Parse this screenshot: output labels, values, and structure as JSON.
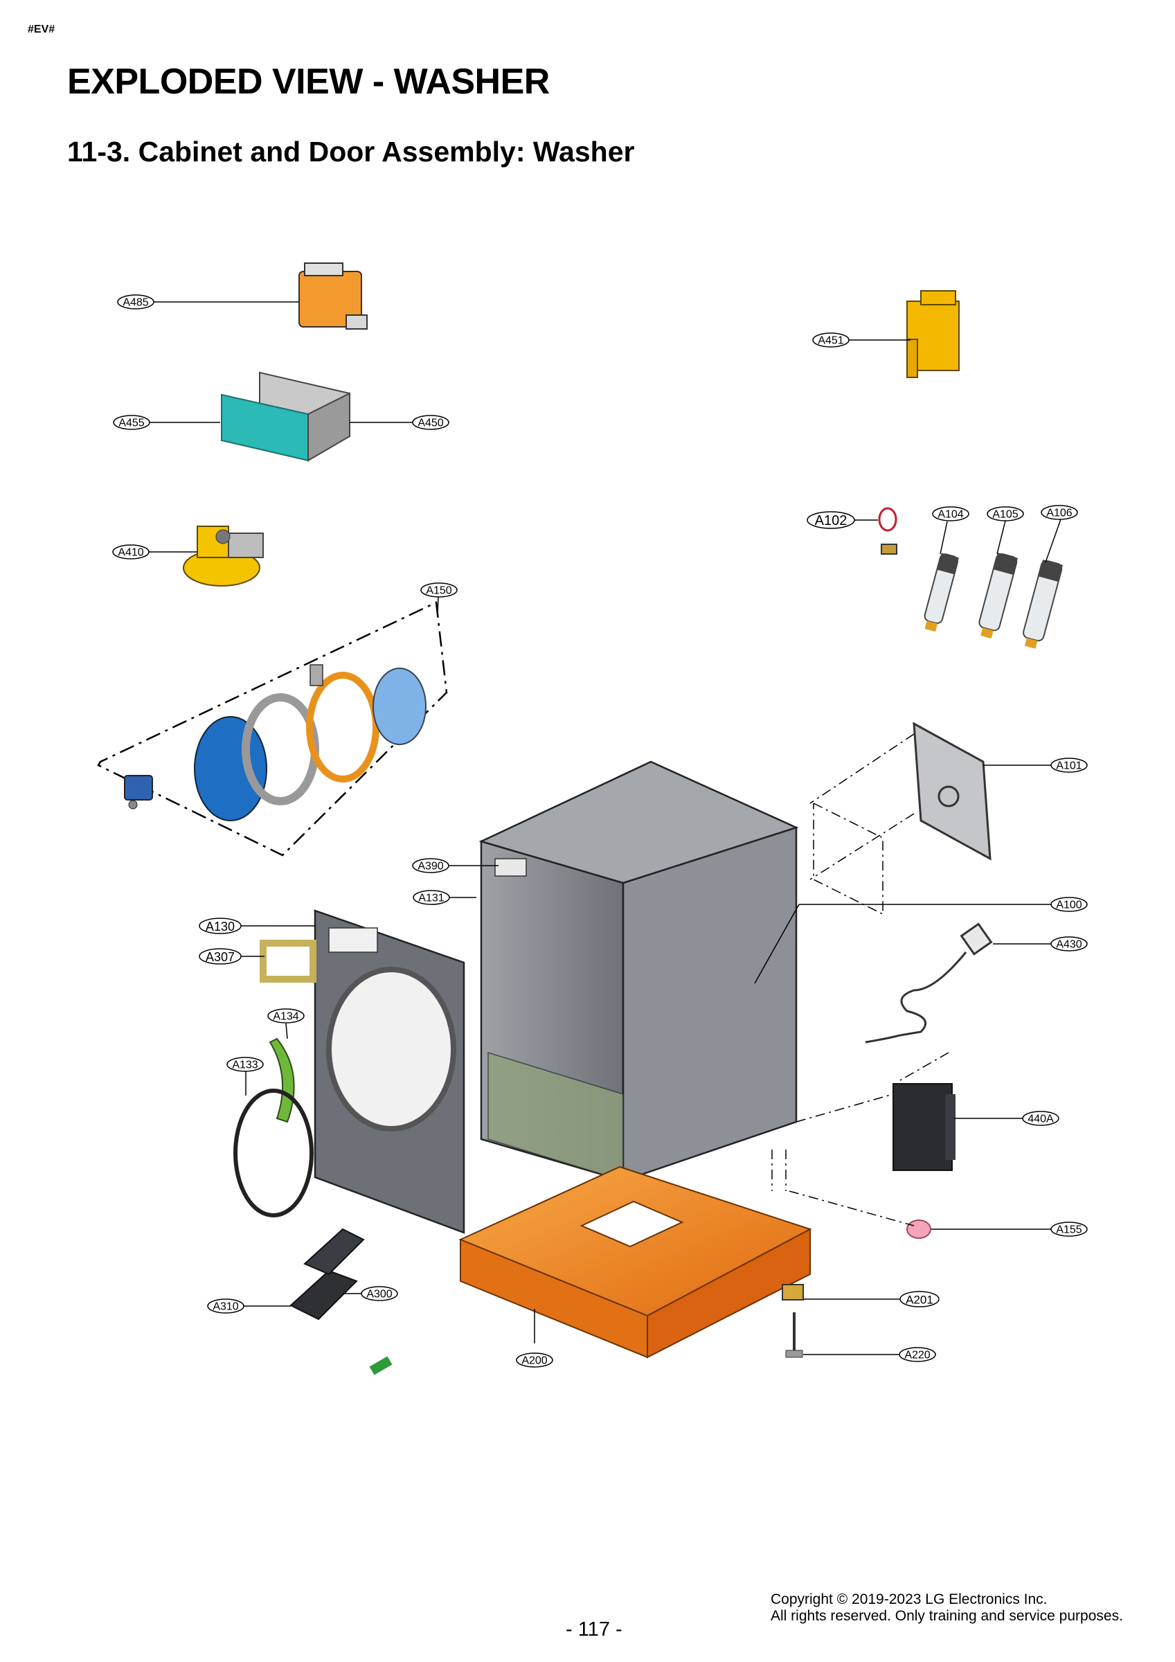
{
  "header": {
    "tag": "#EV#",
    "title": "EXPLODED VIEW - WASHER",
    "subtitle": "11-3. Cabinet and Door Assembly: Washer"
  },
  "callouts": {
    "A485": "A485",
    "A451": "A451",
    "A455": "A455",
    "A450": "A450",
    "A102": "A102",
    "A104": "A104",
    "A105": "A105",
    "A106": "A106",
    "A410": "A410",
    "A150": "A150",
    "A101": "A101",
    "A390": "A390",
    "A131": "A131",
    "A100": "A100",
    "A130": "A130",
    "A430": "A430",
    "A307": "A307",
    "A134": "A134",
    "A133": "A133",
    "440A": "440A",
    "A155": "A155",
    "A300": "A300",
    "A310": "A310",
    "A201": "A201",
    "A200": "A200",
    "A220": "A220"
  },
  "footer": {
    "page": "- 117 -",
    "copyright_line1": "Copyright © 2019-2023 LG Electronics Inc.",
    "copyright_line2": "All rights reserved. Only training and service purposes."
  },
  "colors": {
    "orange": "#f08a1e",
    "teal": "#2bbab5",
    "yellow": "#f5b800",
    "blue": "#1e6fc4",
    "cabinet": "#8a8d92",
    "green": "#6fb83b",
    "pink": "#f4a6b8"
  }
}
